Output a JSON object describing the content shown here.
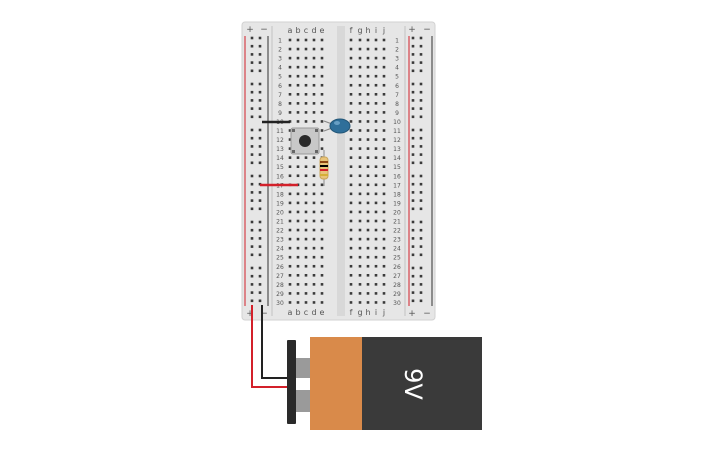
{
  "breadboard": {
    "columns_left": [
      "a",
      "b",
      "c",
      "d",
      "e"
    ],
    "columns_right": [
      "f",
      "g",
      "h",
      "i",
      "j"
    ],
    "rows": 30,
    "rail_plus": "+",
    "rail_minus": "−",
    "body_color": "#e6e6e6"
  },
  "battery": {
    "label": "9V",
    "body_color": "#3a3a3a",
    "wrap_color": "#d98a4a"
  },
  "components": {
    "led": {
      "color": "#2f6f9a",
      "icon": "led-icon"
    },
    "pushbutton": {
      "icon": "pushbutton-icon"
    },
    "resistor": {
      "icon": "resistor-icon"
    }
  },
  "wires": {
    "positive_color": "#d3202a",
    "negative_color": "#222222"
  }
}
